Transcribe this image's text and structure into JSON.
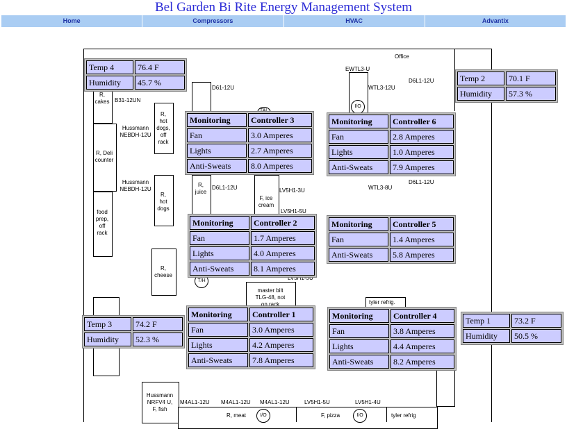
{
  "header": {
    "title": "Bel Garden Bi Rite Energy Management System"
  },
  "nav": [
    {
      "label": "Home"
    },
    {
      "label": "Compressors"
    },
    {
      "label": "HVAC"
    },
    {
      "label": "Advantix"
    }
  ],
  "floorplan": {
    "labels": {
      "office": "Office",
      "ewtl3u": "EWTL3-U",
      "wtl3_12u": "WTL3-12U",
      "d6l1_12u_a": "D6L1-12U",
      "d61_12u": "D61-12U",
      "r_cakes": "R,\ncakes",
      "b31": "B31-12UN",
      "hussmann_nebdh_1": "Hussmann\nNEBDH-12U",
      "r_deli": "R, Deli\ncounter",
      "hussmann_nebdh_2": "Hussmann\nNEBDH-12U",
      "food_prep": "food\nprep,\noff\nrack",
      "r_hotdogs_off": "R,\nhot\ndogs,\noff\nrack",
      "r_hotdogs": "R,\nhot\ndogs",
      "r_juice": "R,\njuice",
      "d6l1_12u_b": "D6L1-12U",
      "f_icecream": "F, ice\ncream",
      "lv5h1_3u": "LV5H1-3U",
      "lv5h1_5u_a": "LV5H1-5U",
      "wtl3_8u": "WTL3-8U",
      "d6l1_12u_c": "D6L1-12U",
      "r_cheese": "R,\ncheese",
      "th": "T/H",
      "lv5h1_5u_b": "LV5H1-5U",
      "masterbilt": "master bilt\nTLG-48, not\non rack",
      "tyler_refrig_a": "tyler refrig.",
      "hussmann_nrfv4": "Hussmann\nNRFV4 U,\nF, fish",
      "m4al1_a": "M4AL1-12U",
      "m4al1_b": "M4AL1-12U",
      "m4al1_c": "M4AL1-12U",
      "lv5h1_5u_c": "LV5H1-5U",
      "lv5h1_4u": "LV5H1-4U",
      "r_meat": "R, meat",
      "f_pizza": "F, pizza",
      "tyler_refrig_b": "tyler refrig",
      "io": "I/O",
      "tal": "TAL"
    }
  },
  "controllers": [
    {
      "id": "3",
      "header_left": "Monitoring",
      "header_right": "Controller 3",
      "rows": [
        {
          "k": "Fan",
          "v": "3.0 Amperes"
        },
        {
          "k": "Lights",
          "v": "2.7 Amperes"
        },
        {
          "k": "Anti-Sweats",
          "v": "8.0 Amperes"
        }
      ]
    },
    {
      "id": "6",
      "header_left": "Monitoring",
      "header_right": "Controller 6",
      "rows": [
        {
          "k": "Fan",
          "v": "2.8 Amperes"
        },
        {
          "k": "Lights",
          "v": "1.0 Amperes"
        },
        {
          "k": "Anti-Sweats",
          "v": "7.9 Amperes"
        }
      ]
    },
    {
      "id": "2",
      "header_left": "Monitoring",
      "header_right": "Controller 2",
      "rows": [
        {
          "k": "Fan",
          "v": "1.7 Amperes"
        },
        {
          "k": "Lights",
          "v": "4.0 Amperes"
        },
        {
          "k": "Anti-Sweats",
          "v": "8.1 Amperes"
        }
      ]
    },
    {
      "id": "5",
      "header_left": "Monitoring",
      "header_right": "Controller 5",
      "rows": [
        {
          "k": "Fan",
          "v": "1.4 Amperes"
        },
        {
          "k": "Anti-Sweats",
          "v": "5.8 Amperes"
        }
      ]
    },
    {
      "id": "1",
      "header_left": "Monitoring",
      "header_right": "Controller 1",
      "rows": [
        {
          "k": "Fan",
          "v": "3.0 Amperes"
        },
        {
          "k": "Lights",
          "v": "4.2 Amperes"
        },
        {
          "k": "Anti-Sweats",
          "v": "7.8 Amperes"
        }
      ]
    },
    {
      "id": "4",
      "header_left": "Monitoring",
      "header_right": "Controller 4",
      "rows": [
        {
          "k": "Fan",
          "v": "3.8 Amperes"
        },
        {
          "k": "Lights",
          "v": "4.4 Amperes"
        },
        {
          "k": "Anti-Sweats",
          "v": "8.2 Amperes"
        }
      ]
    }
  ],
  "sensors": [
    {
      "name": "Temp 4",
      "temp": "76.4 F",
      "humidity_label": "Humidity",
      "humidity": "45.7 %"
    },
    {
      "name": "Temp 2",
      "temp": "70.1 F",
      "humidity_label": "Humidity",
      "humidity": "57.3 %"
    },
    {
      "name": "Temp 3",
      "temp": "74.2 F",
      "humidity_label": "Humidity",
      "humidity": "52.3 %"
    },
    {
      "name": "Temp 1",
      "temp": "73.2 F",
      "humidity_label": "Humidity",
      "humidity": "50.5 %"
    }
  ]
}
